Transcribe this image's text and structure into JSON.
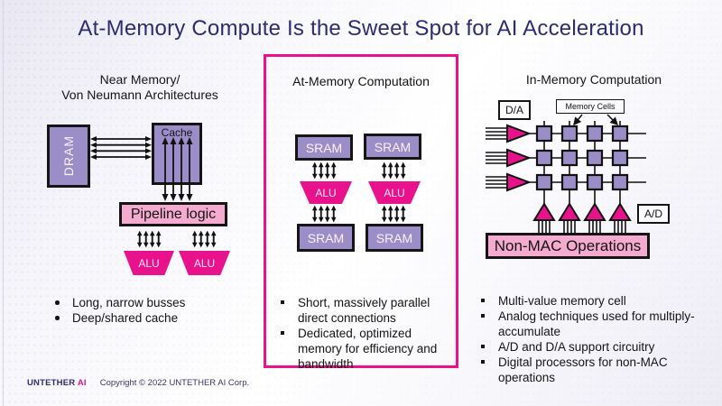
{
  "title": "At-Memory Compute Is the Sweet Spot for AI Acceleration",
  "colors": {
    "accent_magenta": "#e8128c",
    "block_purple": "#9b8dc7",
    "logic_pink": "#f5aacf",
    "title_navy": "#2e2b75"
  },
  "columns": {
    "near": {
      "header_line1": "Near Memory/",
      "header_line2": "Von Neumann Architectures",
      "dram_label": "DRAM",
      "cache_label": "Cache",
      "pipeline_label": "Pipeline logic",
      "alu_label": "ALU",
      "bullets": [
        "Long, narrow busses",
        "Deep/shared cache"
      ]
    },
    "at": {
      "header": "At-Memory Computation",
      "sram_label": "SRAM",
      "alu_label": "ALU",
      "bullets": [
        "Short, massively parallel direct connections",
        "Dedicated, optimized memory for efficiency and bandwidth"
      ]
    },
    "in": {
      "header": "In-Memory Computation",
      "da_label": "D/A",
      "ad_label": "A/D",
      "memory_cells_label": "Memory Cells",
      "non_mac_label": "Non-MAC Operations",
      "bullets": [
        "Multi-value memory cell",
        "Analog techniques used for multiply-accumulate",
        "A/D and D/A support circuitry",
        "Digital processors for non-MAC operations"
      ]
    }
  },
  "footer": {
    "logo_untether": "UNTETHER",
    "logo_ai": "AI",
    "copyright": "Copyright © 2022 UNTETHER AI Corp."
  }
}
